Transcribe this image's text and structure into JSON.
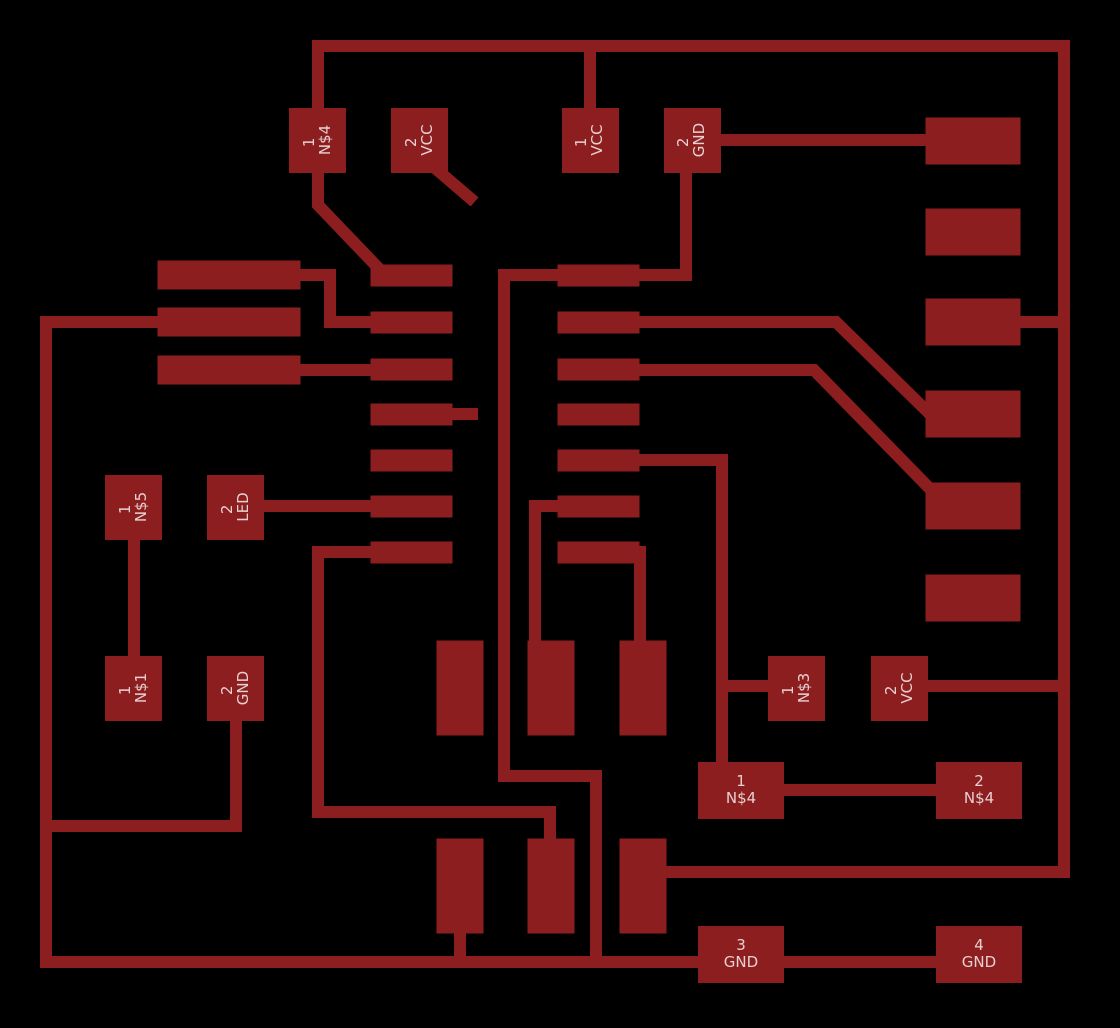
{
  "colors": {
    "background": "#000000",
    "copper": "#8c1e20",
    "silk": "#e8d0d0"
  },
  "labels": {
    "pad_n4_top_num": "1",
    "pad_n4_top_name": "N$4",
    "pad_vcc2_top_num": "2",
    "pad_vcc2_top_name": "VCC",
    "pad_vcc1_top_num": "1",
    "pad_vcc1_top_name": "VCC",
    "pad_gnd2_top_num": "2",
    "pad_gnd2_top_name": "GND",
    "pad_n5_num": "1",
    "pad_n5_name": "N$5",
    "pad_led_num": "2",
    "pad_led_name": "LED",
    "pad_n1_num": "1",
    "pad_n1_name": "N$1",
    "pad_gnd2_left_num": "2",
    "pad_gnd2_left_name": "GND",
    "pad_n3_num": "1",
    "pad_n3_name": "N$3",
    "pad_vcc2_right_num": "2",
    "pad_vcc2_right_name": "VCC",
    "pad_n4_a_num": "1",
    "pad_n4_a_name": "N$4",
    "pad_n4_b_num": "2",
    "pad_n4_b_name": "N$4",
    "pad_gnd3_num": "3",
    "pad_gnd3_name": "GND",
    "pad_gnd4_num": "4",
    "pad_gnd4_name": "GND"
  }
}
